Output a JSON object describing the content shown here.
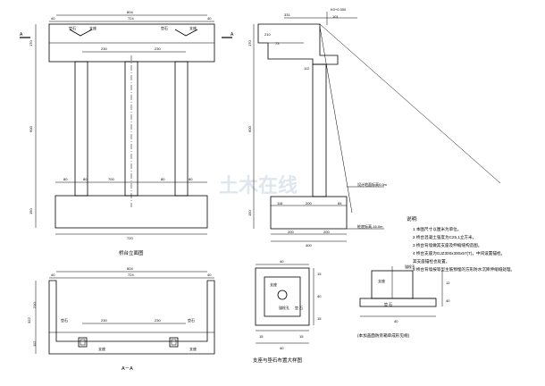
{
  "elevation": {
    "title": "桥台立面图",
    "section_mark": "A",
    "dims": {
      "top_total": "804",
      "top_inner": "724",
      "top_left": "40",
      "top_right": "40",
      "left_height_top": "170",
      "left_height_mid": "600",
      "left_height_bottom": "150",
      "cap_label_a": "230",
      "cap_label_b": "230",
      "pile_gaps": [
        "80",
        "80",
        "700",
        "80",
        "80"
      ],
      "footing_width": "720"
    },
    "labels": {
      "left_pad": "垫石",
      "left_bearing": "支座",
      "right_pad": "垫石",
      "right_bearing": "支座"
    }
  },
  "side_view": {
    "elevation_marker": "K0+0.000",
    "dims": {
      "top_a": "331",
      "top_b": "101",
      "cap_a": "210",
      "cap_b": "73",
      "cap_c": "112",
      "cap_height": "170",
      "col_height": "600",
      "foot_height": "150",
      "base_a": "116",
      "base_b": "200",
      "base_c": "84",
      "base_d": "200",
      "base_e": "200",
      "base_total": "400"
    },
    "labels": {
      "bottom_top": "设计地面标高0.0m",
      "bottom_base": "桩底标高-16.0m"
    }
  },
  "notes": {
    "heading": "说明:",
    "items": [
      "1 本图尺寸以厘米为单位。",
      "2 桥台混凝土强度为C25,1立方米。",
      "3 桥台背墙做其支座及伸缩缝构造图。",
      "4 桥台支座为GJZ300x300x57(T)，中间设置锚栓。",
      "  其支座锚栓也处置。",
      "5 桥台背墙按等型主筋预埋的方形防水沉降伸缩缝处理。"
    ]
  },
  "plan_view": {
    "section_label": "A－A",
    "dims": {
      "top_total": "804",
      "top_inner": "724",
      "left": "40",
      "right": "40",
      "mid_a": "230",
      "mid_b": "230",
      "h_a": "322",
      "h_b": "210",
      "h_c": "112"
    },
    "labels": {
      "left_pad": "垫石",
      "left_bearing": "支座",
      "right_pad": "垫石",
      "right_bearing": "支座"
    }
  },
  "detail_bearing": {
    "title": "支座与垫石布置大样图",
    "dims": {
      "top": "40",
      "side_a": "15",
      "side_b": "40",
      "side_c": "15",
      "bottom_a": "15",
      "bottom_b": "15",
      "total": "40"
    },
    "labels": {
      "bearing": "支座",
      "bolt": "锚栓孔",
      "pad": "垫 石"
    }
  },
  "detail_anchor": {
    "note": "(本加盖面防旁箱单成形见规)",
    "dims": {
      "h_a": "12",
      "h_b": "40",
      "w": "40"
    },
    "labels": {
      "pad_left": "支座",
      "bolt": "锚栓孔",
      "pad_bottom": "垫 石"
    }
  },
  "watermark": "土木在线"
}
